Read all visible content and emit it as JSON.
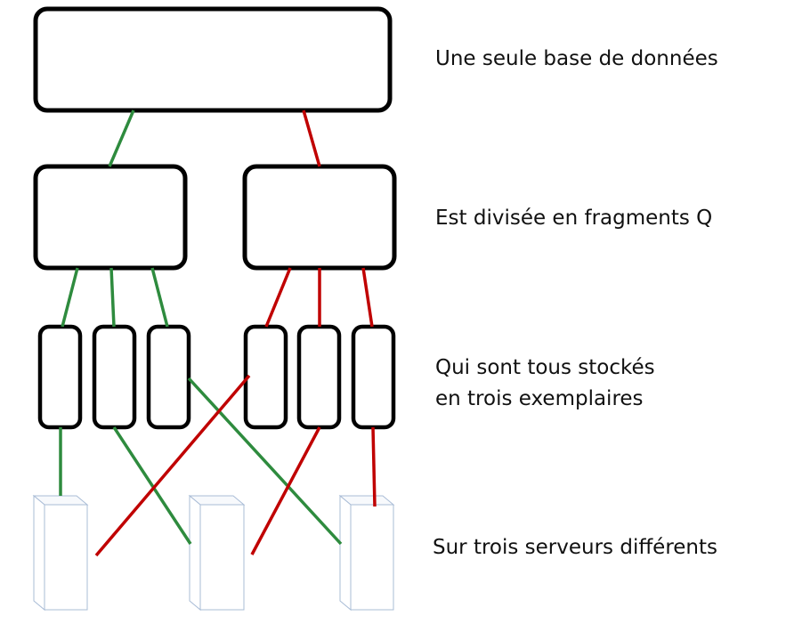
{
  "captions": {
    "database": "Une seule base de données",
    "fragments": "Est divisée en fragments Q",
    "replicas_line1": "Qui sont tous stockés",
    "replicas_line2": "en trois exemplaires",
    "servers": "Sur trois serveurs différents"
  },
  "colors": {
    "green": "#2e8b3e",
    "red": "#c00000",
    "box_stroke": "#000000",
    "server_stroke": "#a9bcd6"
  },
  "icons": {
    "server": "server-tower-icon"
  }
}
